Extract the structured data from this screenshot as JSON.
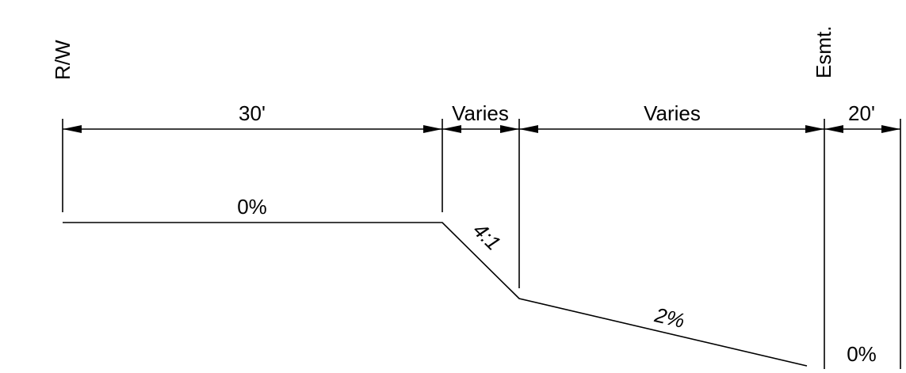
{
  "labels": {
    "rw": "R/W",
    "esmt": "Esmt.",
    "dim_30": "30'",
    "dim_varies_1": "Varies",
    "dim_varies_2": "Varies",
    "dim_20": "20'",
    "slope_flat": "0%",
    "slope_4_1": "4:1",
    "slope_2pct": "2%",
    "slope_flat_2": "0%"
  }
}
